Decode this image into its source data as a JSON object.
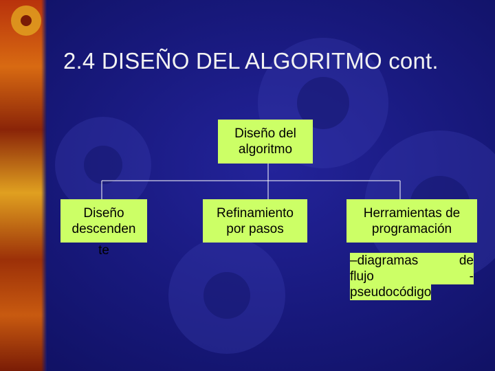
{
  "slide": {
    "title": "2.4 DISEÑO DEL ALGORITMO cont.",
    "colors": {
      "background": "#17187a",
      "box_fill": "#ccff66",
      "title_text": "#f2f2f2",
      "connector": "#ffffff"
    }
  },
  "diagram": {
    "root": {
      "line1": "Diseño del",
      "line2": "algoritmo"
    },
    "children": [
      {
        "line1": "Diseño",
        "line2": "descenden",
        "overflow": "te"
      },
      {
        "line1": "Refinamiento",
        "line2": "por pasos"
      },
      {
        "line1": "Herramientas de",
        "line2": "programación",
        "sub_line1_left": "–diagramas",
        "sub_line1_right": "de",
        "sub_line2_left": "flujo",
        "sub_line2_right": "-",
        "sub_line3": "pseudocódigo"
      }
    ]
  }
}
